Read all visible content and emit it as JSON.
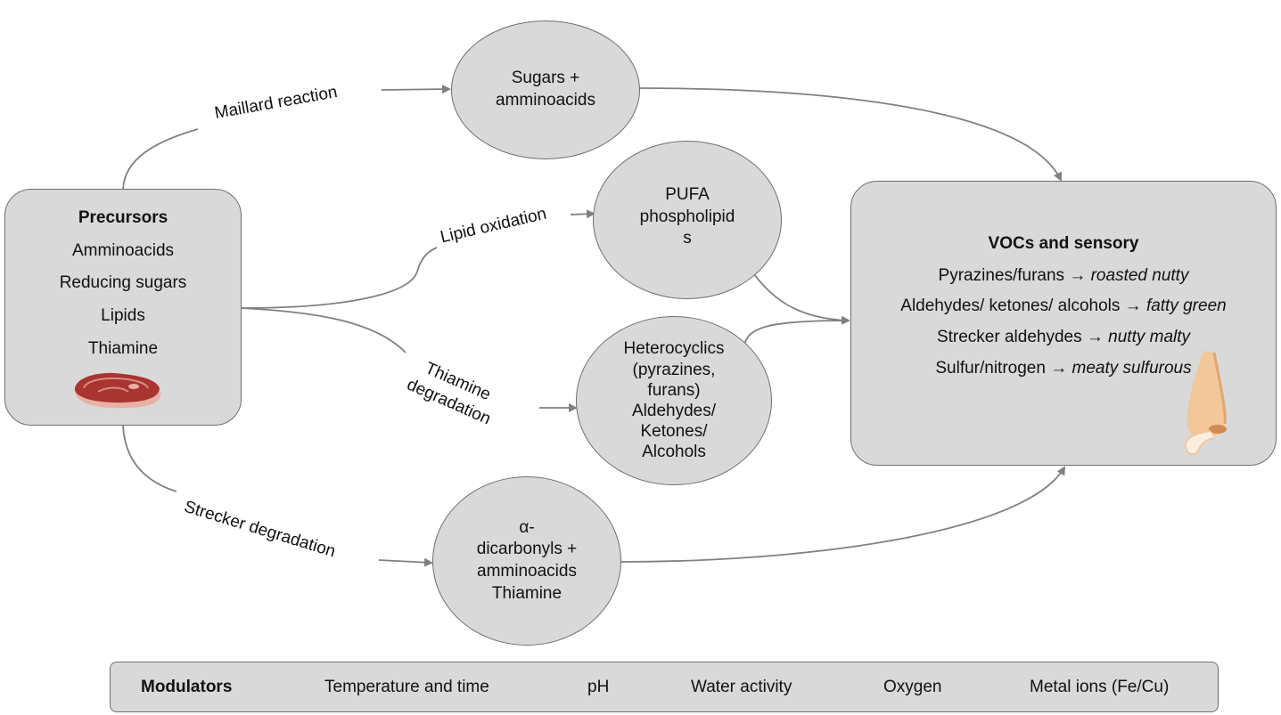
{
  "labels": {
    "maillard": "Maillard reaction",
    "lipid": "Lipid oxidation",
    "thiamine": [
      "Thiamine",
      "degradation"
    ],
    "strecker": "Strecker degradation"
  },
  "precursors": {
    "title": "Precursors",
    "items": [
      "Amminoacids",
      "Reducing sugars",
      "Lipids",
      "Thiamine"
    ]
  },
  "nodes": {
    "sugars": [
      "Sugars +",
      "amminoacids"
    ],
    "pufa": [
      "PUFA",
      "phospholipid",
      "s"
    ],
    "hetero": [
      "Heterocyclics",
      "(pyrazines,",
      "furans)",
      "Aldehydes/",
      "Ketones/",
      "Alcohols"
    ],
    "dicarbonyl": [
      "α-",
      "dicarbonyls +",
      "amminoacids",
      "Thiamine"
    ]
  },
  "vocs": {
    "title": "VOCs and sensory",
    "rows": [
      {
        "compound": "Pyrazines/furans →",
        "sensory": "roasted nutty"
      },
      {
        "compound": "Aldehydes/ ketones/ alcohols →",
        "sensory": "fatty green"
      },
      {
        "compound": "Strecker aldehydes →",
        "sensory": "nutty malty"
      },
      {
        "compound": "Sulfur/nitrogen →",
        "sensory": "meaty sulfurous"
      }
    ]
  },
  "modulators": {
    "title": "Modulators",
    "items": [
      "Temperature and time",
      "pH",
      "Water activity",
      "Oxygen",
      "Metal ions (Fe/Cu)"
    ]
  },
  "colors": {
    "node_fill": "#d9d9d9",
    "node_border": "#6f6f6f",
    "connector": "#808080",
    "meat": "#a8352f",
    "nose": "#f2c79a"
  },
  "icons": {
    "precursor_icon": "steak-icon",
    "sensory_icon": "nose-icon"
  }
}
